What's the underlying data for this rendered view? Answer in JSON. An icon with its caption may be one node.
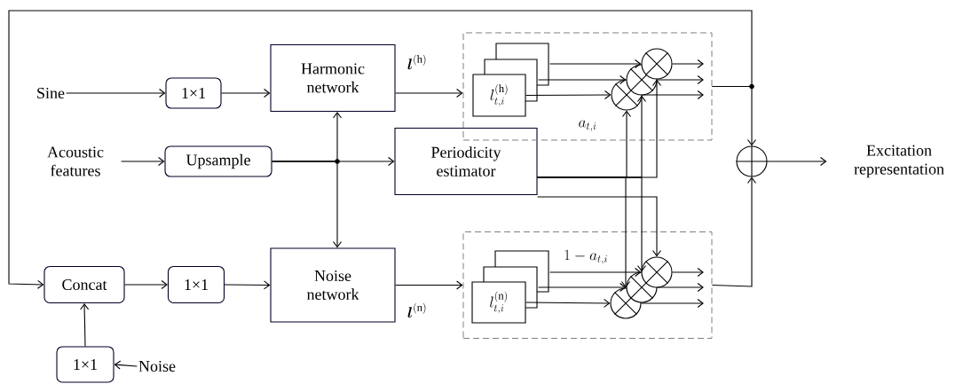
{
  "diagram": {
    "nodes": [
      {
        "text": [
          "Sine"
        ]
      },
      {
        "text": [
          "1×1"
        ]
      },
      {
        "text": [
          "Harmonic network"
        ]
      },
      {
        "text": [
          "Acoustic features"
        ]
      },
      {
        "text": [
          "Upsample"
        ]
      },
      {
        "text": [
          "Periodicity estimator"
        ]
      },
      {
        "text": [],
        "shape": "box"
      },
      {
        "text": [
          "l_{t,i}^{(\\mathrm{h})}"
        ],
        "in": 6
      },
      {
        "text": [],
        "shape": "circle",
        "in": 6
      },
      {
        "text": [],
        "shape": "circle",
        "in": 6
      },
      {
        "text": [],
        "shape": "circle",
        "in": 6
      },
      {
        "text": [
          "Concat"
        ]
      },
      {
        "text": [
          "1×1"
        ]
      },
      {
        "text": [
          "Noise network"
        ]
      },
      {
        "text": [],
        "shape": "box"
      },
      {
        "text": [
          "l_{t,i}^{(\\mathrm{n})}"
        ],
        "in": 14
      },
      {
        "text": [],
        "shape": "circle",
        "in": 14
      },
      {
        "text": [],
        "shape": "circle",
        "in": 14
      },
      {
        "text": [],
        "shape": "circle",
        "in": 14
      },
      {
        "text": [],
        "shape": "circle"
      },
      {
        "text": [
          "Excitation representation"
        ]
      },
      {
        "text": [
          "1×1"
        ]
      },
      {
        "text": [
          "Noise"
        ]
      }
    ],
    "edges": [
      {
        "from": 0,
        "to": 1,
        "arrow": "to"
      },
      {
        "from": 1,
        "to": 2,
        "arrow": "to"
      },
      {
        "from": 2,
        "to": 6,
        "arrow": "to",
        "label": "\\boldsymbol{l}^{(\\mathrm{h})}"
      },
      {
        "from": 3,
        "to": 4,
        "arrow": "to"
      },
      {
        "from": 4,
        "to": 5,
        "arrow": "to"
      },
      {
        "from": 4,
        "to": 2,
        "arrow": "to"
      },
      {
        "from": 4,
        "to": 13,
        "arrow": "to"
      },
      {
        "from": 7,
        "to": 8,
        "arrow": "to"
      },
      {
        "from": 7,
        "to": 9,
        "arrow": "to"
      },
      {
        "from": 7,
        "to": 10,
        "arrow": "to"
      },
      {
        "from": 8,
        "to": null,
        "arrow": "to"
      },
      {
        "from": 9,
        "to": null,
        "arrow": "to"
      },
      {
        "from": 10,
        "to": null,
        "arrow": "to"
      },
      {
        "from": 5,
        "to": 8,
        "arrow": "to"
      },
      {
        "from": 5,
        "to": 9,
        "arrow": "to"
      },
      {
        "from": 5,
        "to": 10,
        "arrow": "to"
      },
      {
        "from": 5,
        "to": 16,
        "arrow": "to"
      },
      {
        "from": 5,
        "to": 17,
        "arrow": "to"
      },
      {
        "from": 5,
        "to": 18,
        "arrow": "to"
      },
      {
        "from": 6,
        "to": 19,
        "arrow": "to"
      },
      {
        "from": 6,
        "to": 11,
        "arrow": "to"
      },
      {
        "from": 11,
        "to": 12,
        "arrow": "to"
      },
      {
        "from": 12,
        "to": 13,
        "arrow": "to"
      },
      {
        "from": 13,
        "to": 14,
        "arrow": "to",
        "label": "\\boldsymbol{l}^{(\\mathrm{n})}"
      },
      {
        "from": 15,
        "to": 16,
        "arrow": "to"
      },
      {
        "from": 15,
        "to": 17,
        "arrow": "to"
      },
      {
        "from": 15,
        "to": 18,
        "arrow": "to"
      },
      {
        "from": 16,
        "to": null,
        "arrow": "to"
      },
      {
        "from": 17,
        "to": null,
        "arrow": "to"
      },
      {
        "from": 18,
        "to": null,
        "arrow": "to"
      },
      {
        "from": 14,
        "to": 19,
        "arrow": "to"
      },
      {
        "from": 19,
        "to": 20,
        "arrow": "to"
      },
      {
        "from": 22,
        "to": 21,
        "arrow": "to"
      },
      {
        "from": 21,
        "to": 11,
        "arrow": "to"
      }
    ],
    "labels": [
      "a_{t,i}",
      "1-a_{t,i}"
    ]
  }
}
